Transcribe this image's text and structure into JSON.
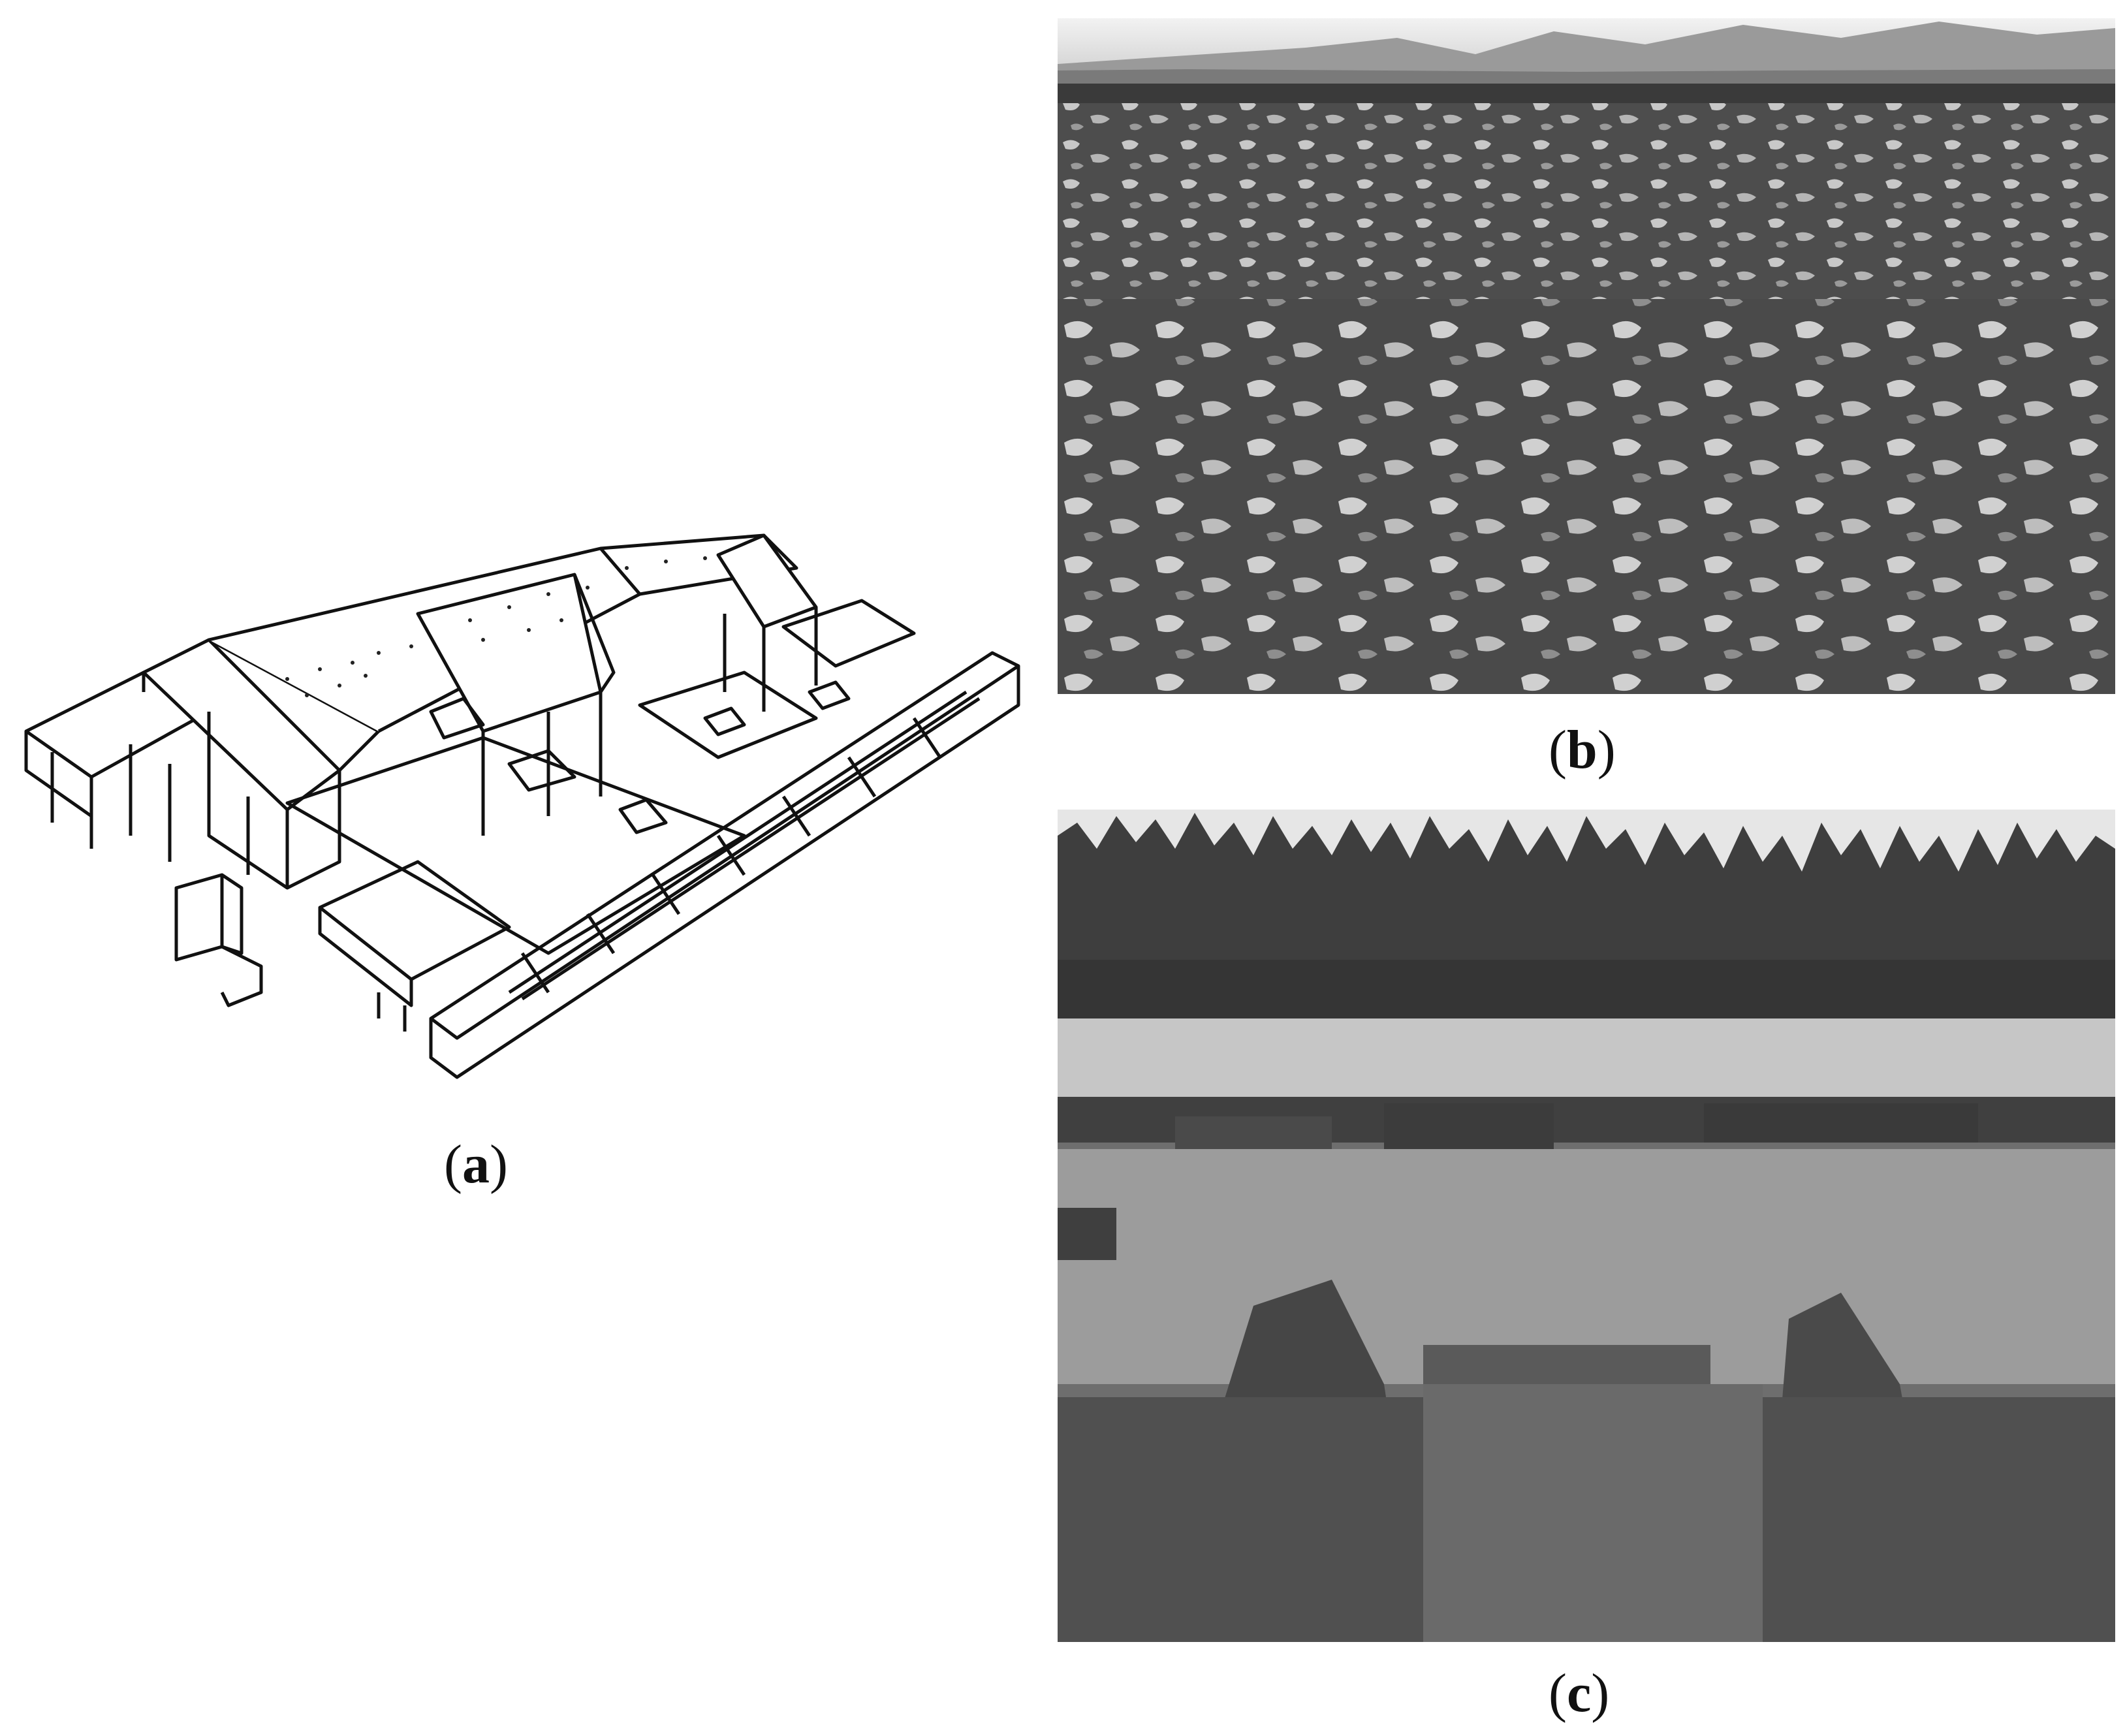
{
  "figure": {
    "panels": [
      {
        "id": "a",
        "label": "a",
        "content": "line-drawing"
      },
      {
        "id": "b",
        "label": "b",
        "content": "photograph"
      },
      {
        "id": "c",
        "label": "c",
        "content": "photograph"
      }
    ]
  },
  "colors": {
    "background": "#ffffff",
    "ink": "#111111",
    "photo_dark": "#4a4a4a",
    "photo_light": "#d8d8d8"
  }
}
